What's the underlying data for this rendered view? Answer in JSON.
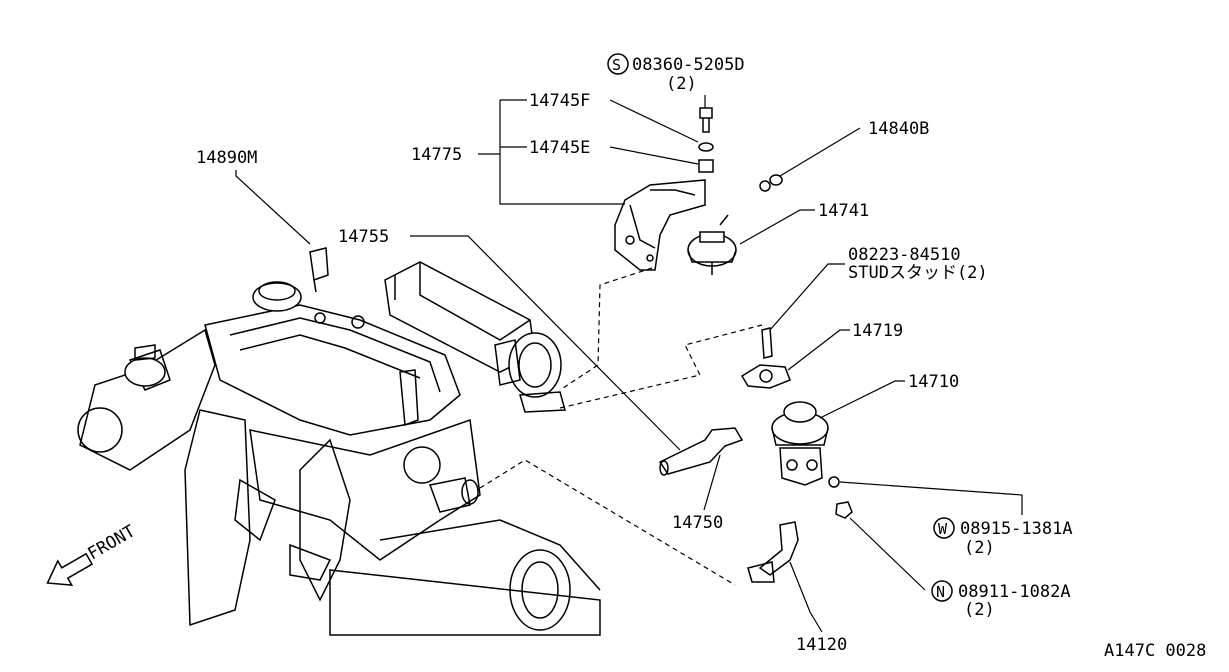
{
  "diagram": {
    "callouts": {
      "p08360": {
        "symbol": "S",
        "number": "08360-5205D",
        "qty": "(2)"
      },
      "p14745F": "14745F",
      "p14745E": "14745E",
      "p14775": "14775",
      "p14840B": "14840B",
      "p14890M": "14890M",
      "p14755": "14755",
      "p14741": "14741",
      "p08223": {
        "number": "08223-84510",
        "desc": "STUDスタッド(2)"
      },
      "p14719": "14719",
      "p14710": "14710",
      "p14750": "14750",
      "p08915": {
        "symbol": "W",
        "number": "08915-1381A",
        "qty": "(2)"
      },
      "p08911": {
        "symbol": "N",
        "number": "08911-1082A",
        "qty": "(2)"
      },
      "p14120": "14120"
    },
    "front_label": "FRONT",
    "drawing_code": "A147C 0028"
  }
}
